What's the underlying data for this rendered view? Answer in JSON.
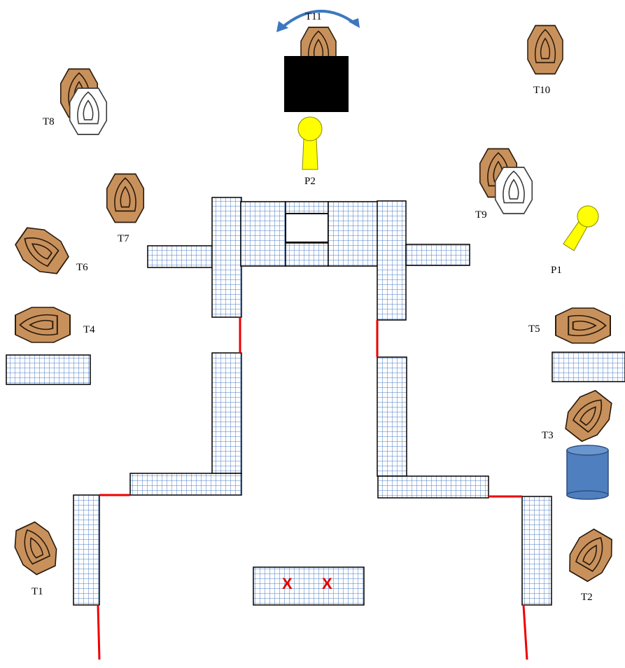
{
  "diagram": {
    "target_labels": {
      "t1": "T1",
      "t2": "T2",
      "t3": "T3",
      "t4": "T4",
      "t5": "T5",
      "t6": "T6",
      "t7": "T7",
      "t8": "T8",
      "t9": "T9",
      "t10": "T10",
      "t11": "T11"
    },
    "popper_labels": {
      "p1": "P1",
      "p2": "P2"
    },
    "fault_marks": [
      "X",
      "X"
    ],
    "colors": {
      "target_fill": "#c8915c",
      "target_stroke": "#2a1a0a",
      "no_shoot_fill": "#ffffff",
      "popper_fill": "#ffff00",
      "wall_grid": "#4a7bc4",
      "fault_line": "#ee0000",
      "barrel_fill": "#4f7fbf",
      "mover_arrow": "#3c78c0",
      "mover_block": "#000000"
    },
    "icons": [
      "paper-target-icon",
      "no-shoot-icon",
      "popper-icon",
      "barrel-icon",
      "swinger-arrow-icon",
      "x-mark-icon"
    ]
  }
}
